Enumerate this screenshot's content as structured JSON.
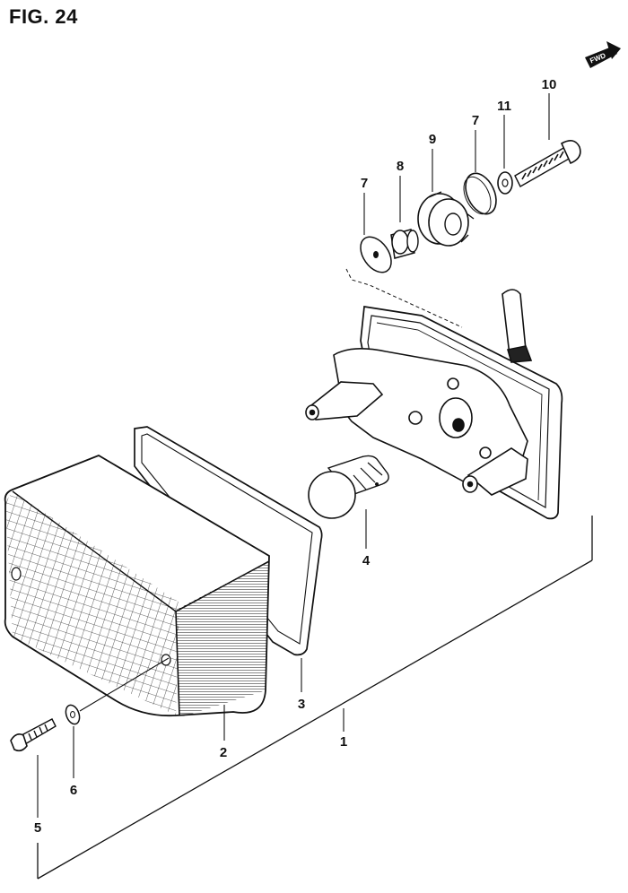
{
  "figure": {
    "title": "FIG. 24",
    "direction_label": "FWD"
  },
  "callouts": [
    {
      "id": "c1",
      "label": "1"
    },
    {
      "id": "c2",
      "label": "2"
    },
    {
      "id": "c3",
      "label": "3"
    },
    {
      "id": "c4",
      "label": "4"
    },
    {
      "id": "c5",
      "label": "5"
    },
    {
      "id": "c6",
      "label": "6"
    },
    {
      "id": "c7a",
      "label": "7"
    },
    {
      "id": "c7b",
      "label": "7"
    },
    {
      "id": "c8",
      "label": "8"
    },
    {
      "id": "c9",
      "label": "9"
    },
    {
      "id": "c10",
      "label": "10"
    },
    {
      "id": "c11",
      "label": "11"
    }
  ],
  "colors": {
    "ink": "#111111",
    "paper": "#ffffff",
    "lens_shade": "#2a2a2a"
  }
}
